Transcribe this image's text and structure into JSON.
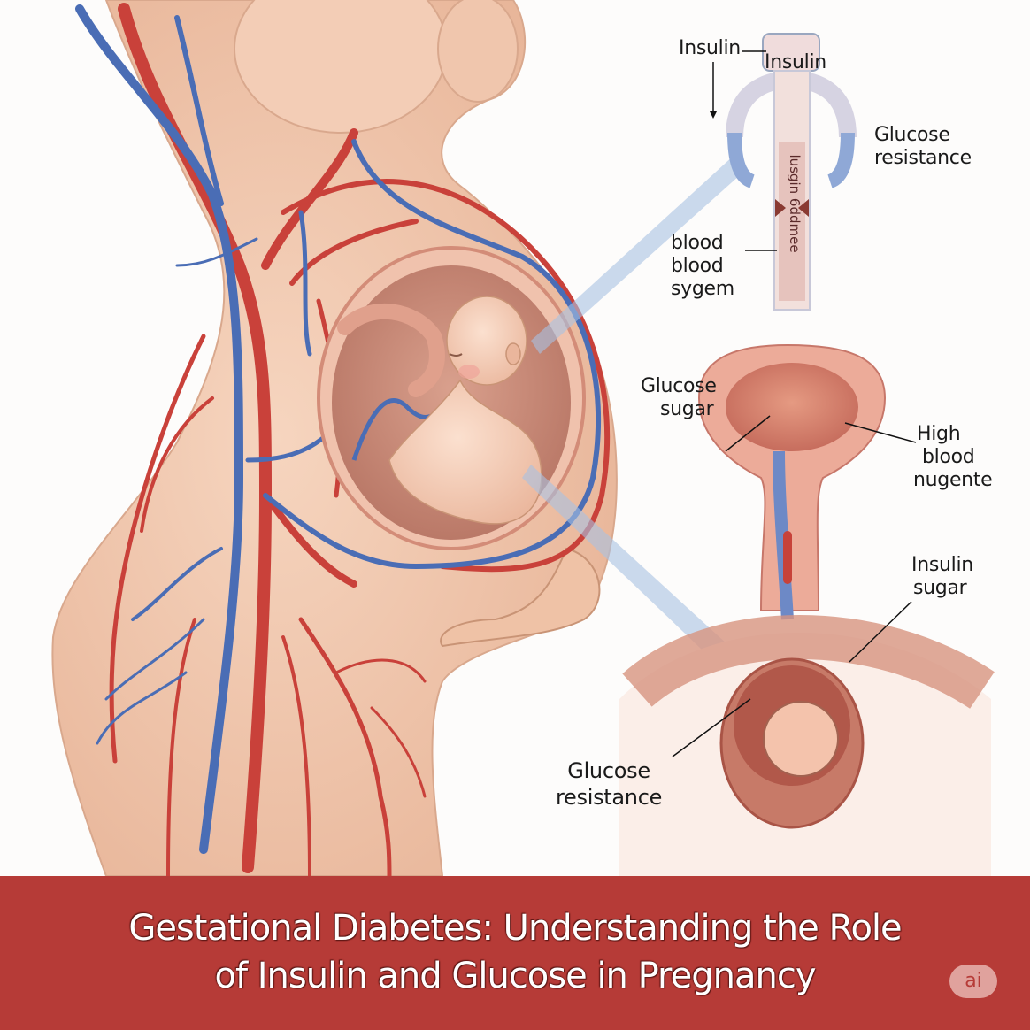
{
  "title": {
    "line1": "Gestational Diabetes: Understanding the Role",
    "line2": "of Insulin and Glucose in Pregnancy"
  },
  "badge": "ai",
  "colors": {
    "banner": "#b63b37",
    "artery": "#c9413a",
    "vein": "#4a6db5",
    "skin": "#f1c7ad",
    "tissue": "#d98472"
  },
  "labels": {
    "insulin_outer": "Insulin",
    "insulin_inner": "Insulin",
    "glucose_resistance_top": [
      "Glucose",
      "resistance"
    ],
    "blood_block": [
      "blood",
      "blood",
      "sygem"
    ],
    "vertical_tube_text": "lusgin 6ddmee",
    "glucose_sugar": [
      "Glucose",
      "sugar"
    ],
    "high_blood": [
      "High",
      "blood",
      "nugente"
    ],
    "insulin_sugar": [
      "Insulin",
      "sugar"
    ],
    "glucose_resistance_bottom": [
      "Glucose",
      "resistance"
    ]
  }
}
